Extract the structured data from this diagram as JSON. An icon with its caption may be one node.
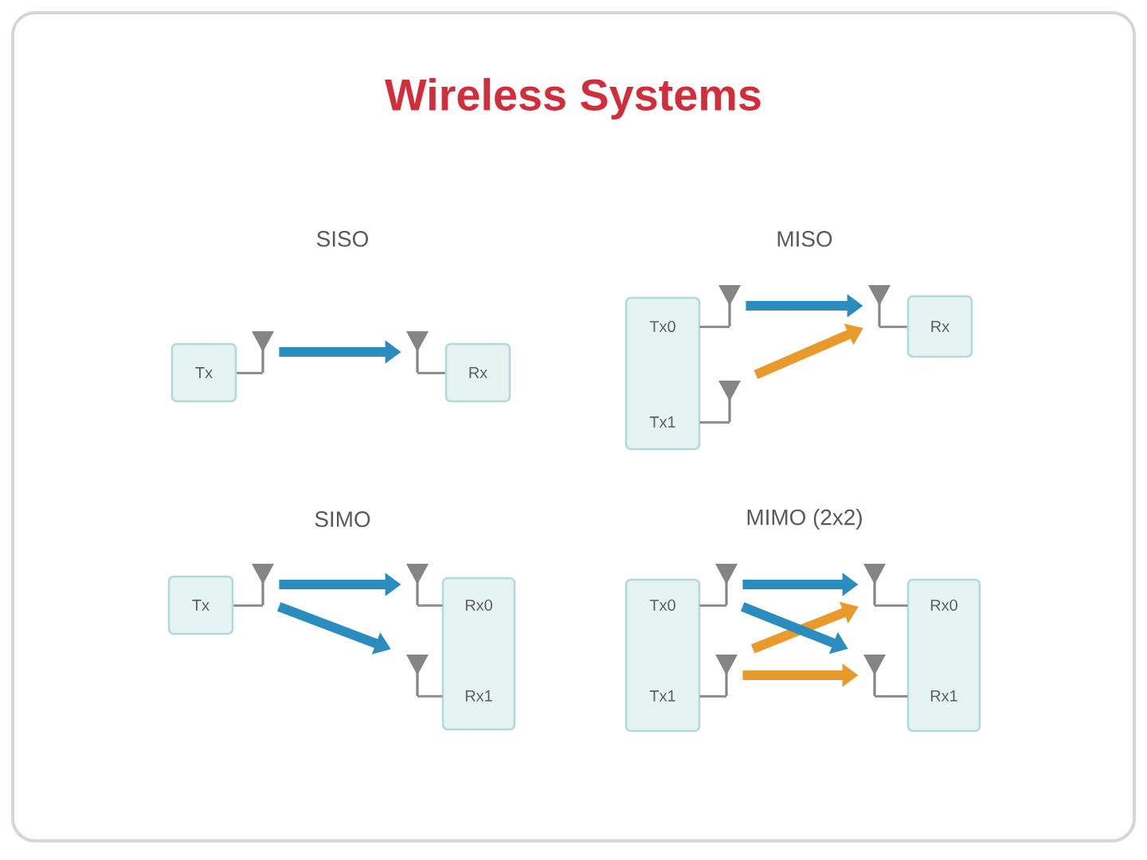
{
  "diagram": {
    "title": "Wireless Systems",
    "nodes": [
      {
        "text": [
          "Tx"
        ]
      },
      {
        "text": [],
        "shape": "antenna"
      },
      {
        "text": [],
        "shape": "antenna"
      },
      {
        "text": [
          "Rx"
        ]
      },
      {
        "text": [],
        "shape": "box"
      },
      {
        "text": [
          "Tx0"
        ],
        "in": 4
      },
      {
        "text": [
          "Tx1"
        ],
        "in": 4
      },
      {
        "text": [],
        "shape": "antenna"
      },
      {
        "text": [],
        "shape": "antenna"
      },
      {
        "text": [],
        "shape": "antenna"
      },
      {
        "text": [
          "Rx"
        ]
      },
      {
        "text": [
          "Tx"
        ]
      },
      {
        "text": [],
        "shape": "antenna"
      },
      {
        "text": [],
        "shape": "antenna"
      },
      {
        "text": [],
        "shape": "antenna"
      },
      {
        "text": [],
        "shape": "box"
      },
      {
        "text": [
          "Rx0"
        ],
        "in": 15
      },
      {
        "text": [
          "Rx1"
        ],
        "in": 15
      },
      {
        "text": [],
        "shape": "box"
      },
      {
        "text": [
          "Tx0"
        ],
        "in": 18
      },
      {
        "text": [
          "Tx1"
        ],
        "in": 18
      },
      {
        "text": [],
        "shape": "antenna"
      },
      {
        "text": [],
        "shape": "antenna"
      },
      {
        "text": [],
        "shape": "antenna"
      },
      {
        "text": [],
        "shape": "antenna"
      },
      {
        "text": [],
        "shape": "box"
      },
      {
        "text": [
          "Rx0"
        ],
        "in": 25
      },
      {
        "text": [
          "Rx1"
        ],
        "in": 25
      }
    ],
    "edges": [
      {
        "from": 0,
        "to": 1,
        "arrow": "none"
      },
      {
        "from": 1,
        "to": 2,
        "arrow": "to",
        "style": "thick",
        "color": "#2a8dbd"
      },
      {
        "from": 2,
        "to": 3,
        "arrow": "none"
      },
      {
        "from": 5,
        "to": 7,
        "arrow": "none"
      },
      {
        "from": 6,
        "to": 8,
        "arrow": "none"
      },
      {
        "from": 7,
        "to": 9,
        "arrow": "to",
        "style": "thick",
        "color": "#2a8dbd"
      },
      {
        "from": 8,
        "to": 9,
        "arrow": "to",
        "style": "thick",
        "color": "#e89a2c"
      },
      {
        "from": 9,
        "to": 10,
        "arrow": "none"
      },
      {
        "from": 11,
        "to": 12,
        "arrow": "none"
      },
      {
        "from": 12,
        "to": 13,
        "arrow": "to",
        "style": "thick",
        "color": "#2a8dbd"
      },
      {
        "from": 12,
        "to": 14,
        "arrow": "to",
        "style": "thick",
        "color": "#2a8dbd"
      },
      {
        "from": 13,
        "to": 16,
        "arrow": "none"
      },
      {
        "from": 14,
        "to": 17,
        "arrow": "none"
      },
      {
        "from": 19,
        "to": 21,
        "arrow": "none"
      },
      {
        "from": 20,
        "to": 22,
        "arrow": "none"
      },
      {
        "from": 21,
        "to": 23,
        "arrow": "to",
        "style": "thick",
        "color": "#2a8dbd"
      },
      {
        "from": 22,
        "to": 23,
        "arrow": "to",
        "style": "thick",
        "color": "#e89a2c"
      },
      {
        "from": 21,
        "to": 24,
        "arrow": "to",
        "style": "thick",
        "color": "#2a8dbd"
      },
      {
        "from": 22,
        "to": 24,
        "arrow": "to",
        "style": "thick",
        "color": "#e89a2c"
      },
      {
        "from": 23,
        "to": 26,
        "arrow": "none"
      },
      {
        "from": 24,
        "to": 27,
        "arrow": "none"
      }
    ],
    "labels": [
      "SISO",
      "MISO",
      "SIMO",
      "MIMO (2x2)"
    ]
  }
}
